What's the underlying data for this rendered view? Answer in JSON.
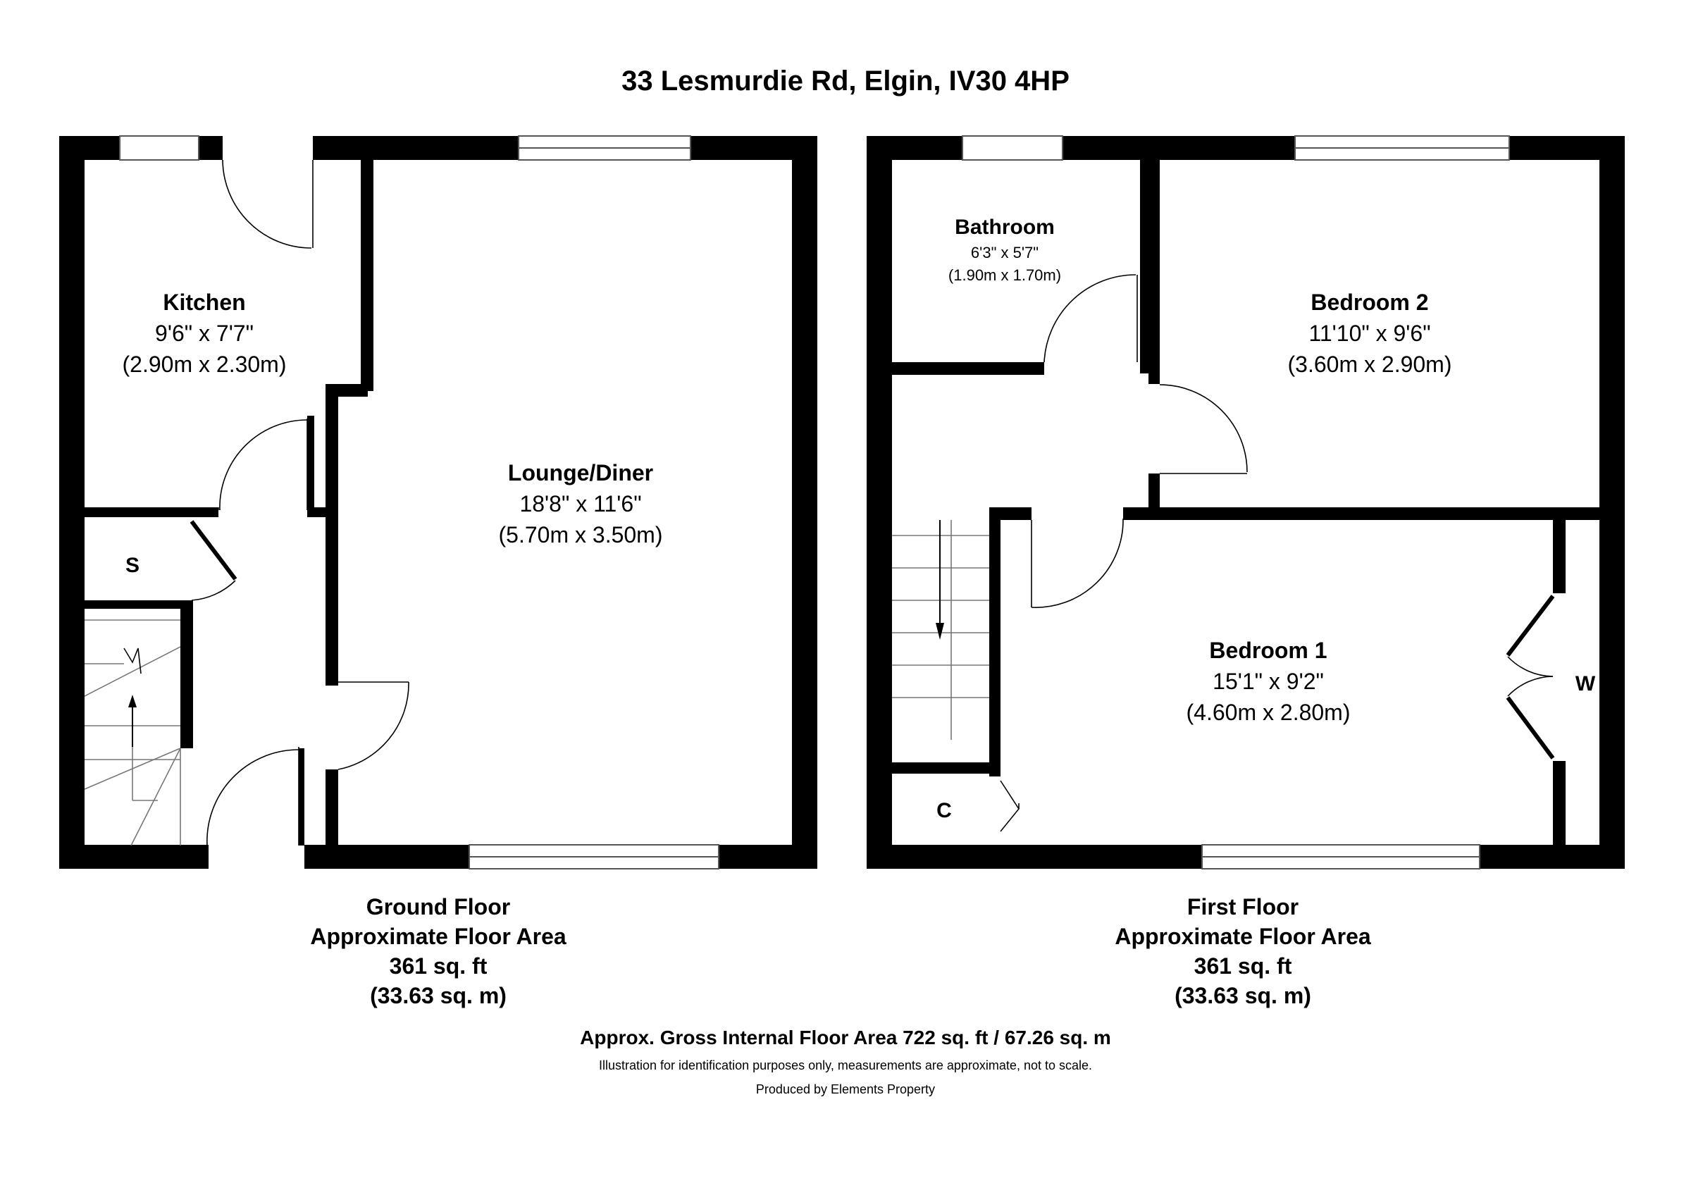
{
  "title": "33 Lesmurdie Rd, Elgin, IV30 4HP",
  "ground_floor": {
    "name": "Ground Floor",
    "area_label": "Approximate Floor Area",
    "area_sqft": "361 sq. ft",
    "area_sqm": "(33.63 sq. m)",
    "rooms": {
      "kitchen": {
        "name": "Kitchen",
        "dim_imperial": "9'6\" x 7'7\"",
        "dim_metric": "(2.90m x 2.30m)"
      },
      "lounge": {
        "name": "Lounge/Diner",
        "dim_imperial": "18'8\" x 11'6\"",
        "dim_metric": "(5.70m x 3.50m)"
      },
      "store": {
        "name": "S"
      }
    }
  },
  "first_floor": {
    "name": "First Floor",
    "area_label": "Approximate Floor Area",
    "area_sqft": "361 sq. ft",
    "area_sqm": "(33.63 sq. m)",
    "rooms": {
      "bathroom": {
        "name": "Bathroom",
        "dim_imperial": "6'3\" x 5'7\"",
        "dim_metric": "(1.90m x 1.70m)"
      },
      "bedroom2": {
        "name": "Bedroom 2",
        "dim_imperial": "11'10\" x 9'6\"",
        "dim_metric": "(3.60m x 2.90m)"
      },
      "bedroom1": {
        "name": "Bedroom 1",
        "dim_imperial": "15'1\" x 9'2\"",
        "dim_metric": "(4.60m x 2.80m)"
      },
      "cupboard": {
        "name": "C"
      },
      "wardrobe": {
        "name": "W"
      }
    }
  },
  "footer": {
    "gross_area": "Approx. Gross Internal Floor Area 722 sq. ft / 67.26 sq. m",
    "disclaimer": "Illustration for identification purposes only, measurements are approximate, not to scale.",
    "producer": "Produced by Elements Property"
  }
}
